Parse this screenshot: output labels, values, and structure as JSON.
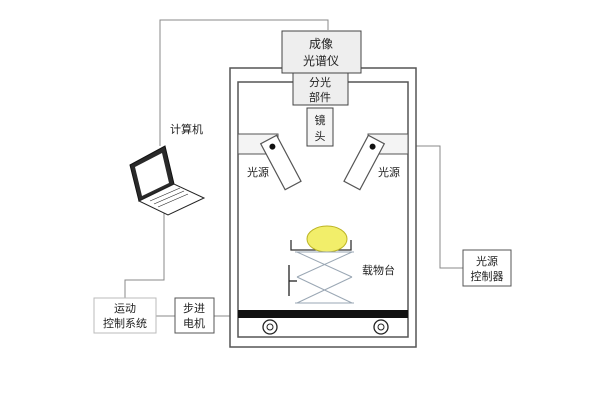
{
  "labels": {
    "spectrometer": [
      "成像",
      "光谱仪"
    ],
    "splitter": [
      "分光",
      "部件"
    ],
    "lens": [
      "镜",
      "头"
    ],
    "computer": "计算机",
    "light_left": "光源",
    "light_right": "光源",
    "stage": "载物台",
    "light_controller": [
      "光源",
      "控制器"
    ],
    "motion_control": [
      "运动",
      "控制系统"
    ],
    "stepper_motor": [
      "步进",
      "电机"
    ]
  },
  "colors": {
    "frame_stroke": "#555555",
    "panel_fill": "#eeeeee",
    "sample_fill": "#f2ee6a",
    "sample_stroke": "#bcb424",
    "belt_fill": "#111111",
    "light_box_fill": "#f4f4f4",
    "cable": "#888888",
    "laptop_body": "#2a2a2a",
    "laptop_screen": "#ffffff"
  },
  "icons": {
    "computer": "laptop-icon",
    "light_source": "lamp-icon",
    "sample": "ellipse-sample-icon",
    "lift": "scissor-lift-icon",
    "wheel": "wheel-icon"
  }
}
